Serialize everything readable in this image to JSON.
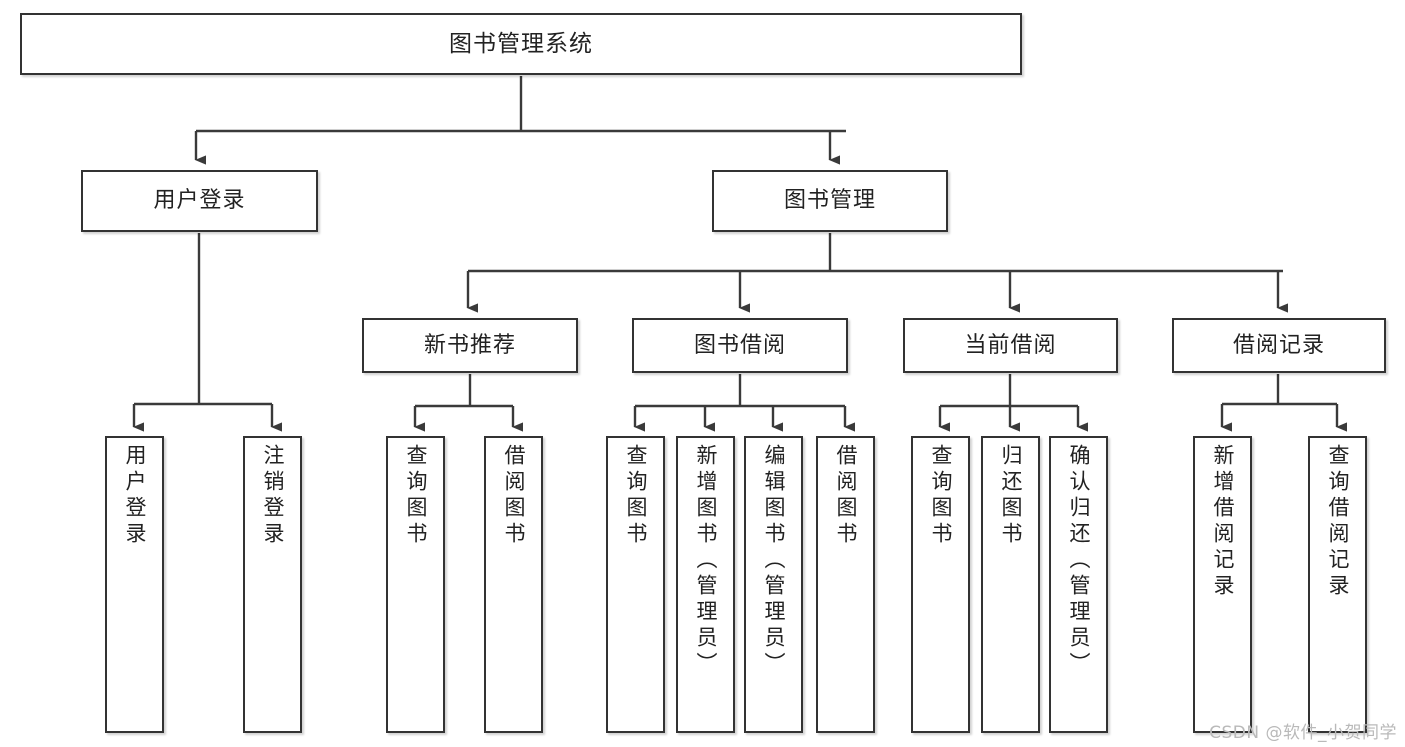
{
  "diagram": {
    "title": "图书管理系统",
    "type": "tree-hierarchy",
    "orientation": "top-down",
    "style": {
      "box_border_color": "#333333",
      "box_fill_color": "#ffffff",
      "text_color": "#222222",
      "connector_color": "#333333",
      "background": "#ffffff"
    }
  },
  "nodes": {
    "root": {
      "label": "图书管理系统"
    },
    "level2": [
      {
        "label": "用户登录"
      },
      {
        "label": "图书管理"
      }
    ],
    "level3": [
      {
        "label": "新书推荐"
      },
      {
        "label": "图书借阅"
      },
      {
        "label": "当前借阅"
      },
      {
        "label": "借阅记录"
      }
    ],
    "leaves": {
      "user_login": [
        {
          "label": "用户登录"
        },
        {
          "label": "注销登录"
        }
      ],
      "new_book_recommend": [
        {
          "label": "查询图书"
        },
        {
          "label": "借阅图书"
        }
      ],
      "book_borrow": [
        {
          "label": "查询图书"
        },
        {
          "label": "新增图书（管理员）"
        },
        {
          "label": "编辑图书（管理员）"
        },
        {
          "label": "借阅图书"
        }
      ],
      "current_borrow": [
        {
          "label": "查询图书"
        },
        {
          "label": "归还图书"
        },
        {
          "label": "确认归还（管理员）"
        }
      ],
      "borrow_record": [
        {
          "label": "新增借阅记录"
        },
        {
          "label": "查询借阅记录"
        }
      ]
    }
  },
  "watermark": {
    "text": "CSDN @软件_小贺同学"
  }
}
